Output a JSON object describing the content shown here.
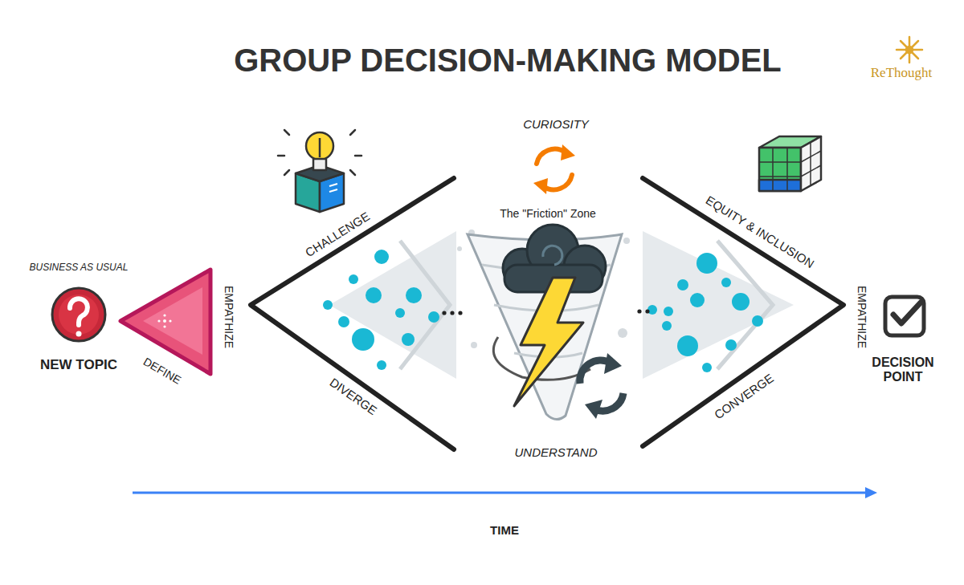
{
  "diagram": {
    "title": "GROUP DECISION-MAKING MODEL",
    "labels": [
      "ReThought",
      "BUSINESS AS USUAL",
      "NEW TOPIC",
      "DEFINE",
      "EMPATHIZE",
      "CHALLENGE",
      "DIVERGE",
      "CURIOSITY",
      "The \"Friction\" Zone",
      "UNDERSTAND",
      "EQUITY & INCLUSION",
      "CONVERGE",
      "EMPATHIZE",
      "DECISION POINT",
      "TIME"
    ]
  }
}
